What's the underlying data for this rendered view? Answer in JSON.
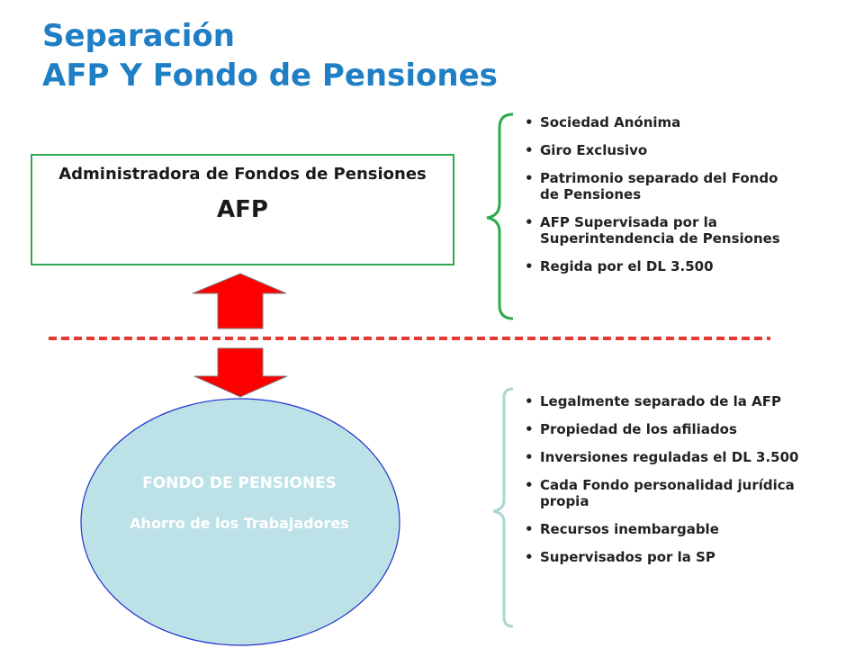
{
  "title": {
    "line1": "Separación",
    "line2": "AFP Y Fondo de Pensiones"
  },
  "afp_box": {
    "name": "Administradora de Fondos de Pensiones",
    "abbr": "AFP"
  },
  "afp_features": [
    "Sociedad Anónima",
    "Giro Exclusivo",
    "Patrimonio separado del Fondo de Pensiones",
    "AFP Supervisada por la Superintendencia de Pensiones",
    "Regida por el DL 3.500"
  ],
  "fondo": {
    "title": "FONDO DE PENSIONES",
    "subtitle": "Ahorro de los Trabajadores"
  },
  "fondo_features": [
    "Legalmente separado de la AFP",
    "Propiedad de los afiliados",
    "Inversiones reguladas el DL 3.500",
    "Cada Fondo personalidad jurídica propia",
    "Recursos inembargable",
    "Supervisados por la SP"
  ],
  "colors": {
    "title": "#1F7FC4",
    "box_border": "#2EAA4E",
    "arrow_fill": "#FF0000",
    "separator": "#E53935",
    "ellipse_fill": "#BCE1E6",
    "ellipse_border": "#2233CC",
    "top_brace": "#2EAA4E",
    "bottom_brace": "#A9D8D5"
  }
}
